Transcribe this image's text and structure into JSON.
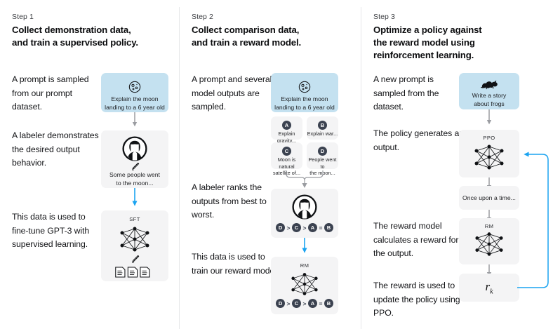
{
  "diagram": {
    "title": "InstructGPT / RLHF three-step training diagram",
    "accent_blue": "#1aa3f0",
    "prompt_box_blue": "#c4e1f0",
    "card_grey": "#f4f4f5",
    "badge_navy": "#3b4250"
  },
  "steps": [
    {
      "label": "Step 1",
      "title": "Collect demonstration data,\nand train a supervised policy.",
      "narration": [
        "A prompt is\nsampled from our\nprompt dataset.",
        "A labeler\ndemonstrates the\ndesired output\nbehavior.",
        "This data is used\nto fine-tune GPT-3\nwith supervised\nlearning."
      ],
      "cards": {
        "prompt": {
          "icon": "moon-icon",
          "caption": "Explain the moon\nlanding to a 6 year old"
        },
        "labeler": {
          "icon": "labeler-avatar-icon",
          "pencil": "pencil-icon",
          "caption": "Some people went\nto the moon..."
        },
        "sft": {
          "net_label": "SFT",
          "icon": "neural-net-icon",
          "pencil": "pencil-icon",
          "docs": "documents-icon"
        }
      }
    },
    {
      "label": "Step 2",
      "title": "Collect comparison data,\nand train a reward model.",
      "narration": [
        "A prompt and\nseveral model\noutputs are\nsampled.",
        "A labeler ranks\nthe outputs from\nbest to worst.",
        "This data is used\nto train our\nreward model."
      ],
      "cards": {
        "prompt": {
          "icon": "moon-icon",
          "caption": "Explain the moon\nlanding to a 6 year old"
        },
        "outputs": [
          {
            "letter": "A",
            "text": "Explain gravity..."
          },
          {
            "letter": "B",
            "text": "Explain war..."
          },
          {
            "letter": "C",
            "text": "Moon is natural\nsatellite of..."
          },
          {
            "letter": "D",
            "text": "People went to\nthe moon..."
          }
        ],
        "ranker": {
          "icon": "labeler-avatar-icon",
          "ranking": [
            "D",
            ">",
            "C",
            ">",
            "A",
            "=",
            "B"
          ]
        },
        "rm": {
          "net_label": "RM",
          "icon": "neural-net-icon",
          "ranking": [
            "D",
            ">",
            "C",
            ">",
            "A",
            "=",
            "B"
          ]
        }
      }
    },
    {
      "label": "Step 3",
      "title": "Optimize a policy against\nthe reward model using\nreinforcement learning.",
      "narration": [
        "A new prompt\nis sampled from\nthe dataset.",
        "The policy\ngenerates\nan output.",
        "The reward model\ncalculates a\nreward for\nthe output.",
        "The reward is\nused to update\nthe policy\nusing PPO."
      ],
      "cards": {
        "prompt": {
          "icon": "frog-icon",
          "caption": "Write a story\nabout frogs"
        },
        "ppo": {
          "net_label": "PPO",
          "icon": "neural-net-icon"
        },
        "output": {
          "text": "Once upon a time..."
        },
        "rm": {
          "net_label": "RM",
          "icon": "neural-net-icon"
        },
        "reward": {
          "symbol": "r",
          "subscript": "k"
        }
      }
    }
  ]
}
